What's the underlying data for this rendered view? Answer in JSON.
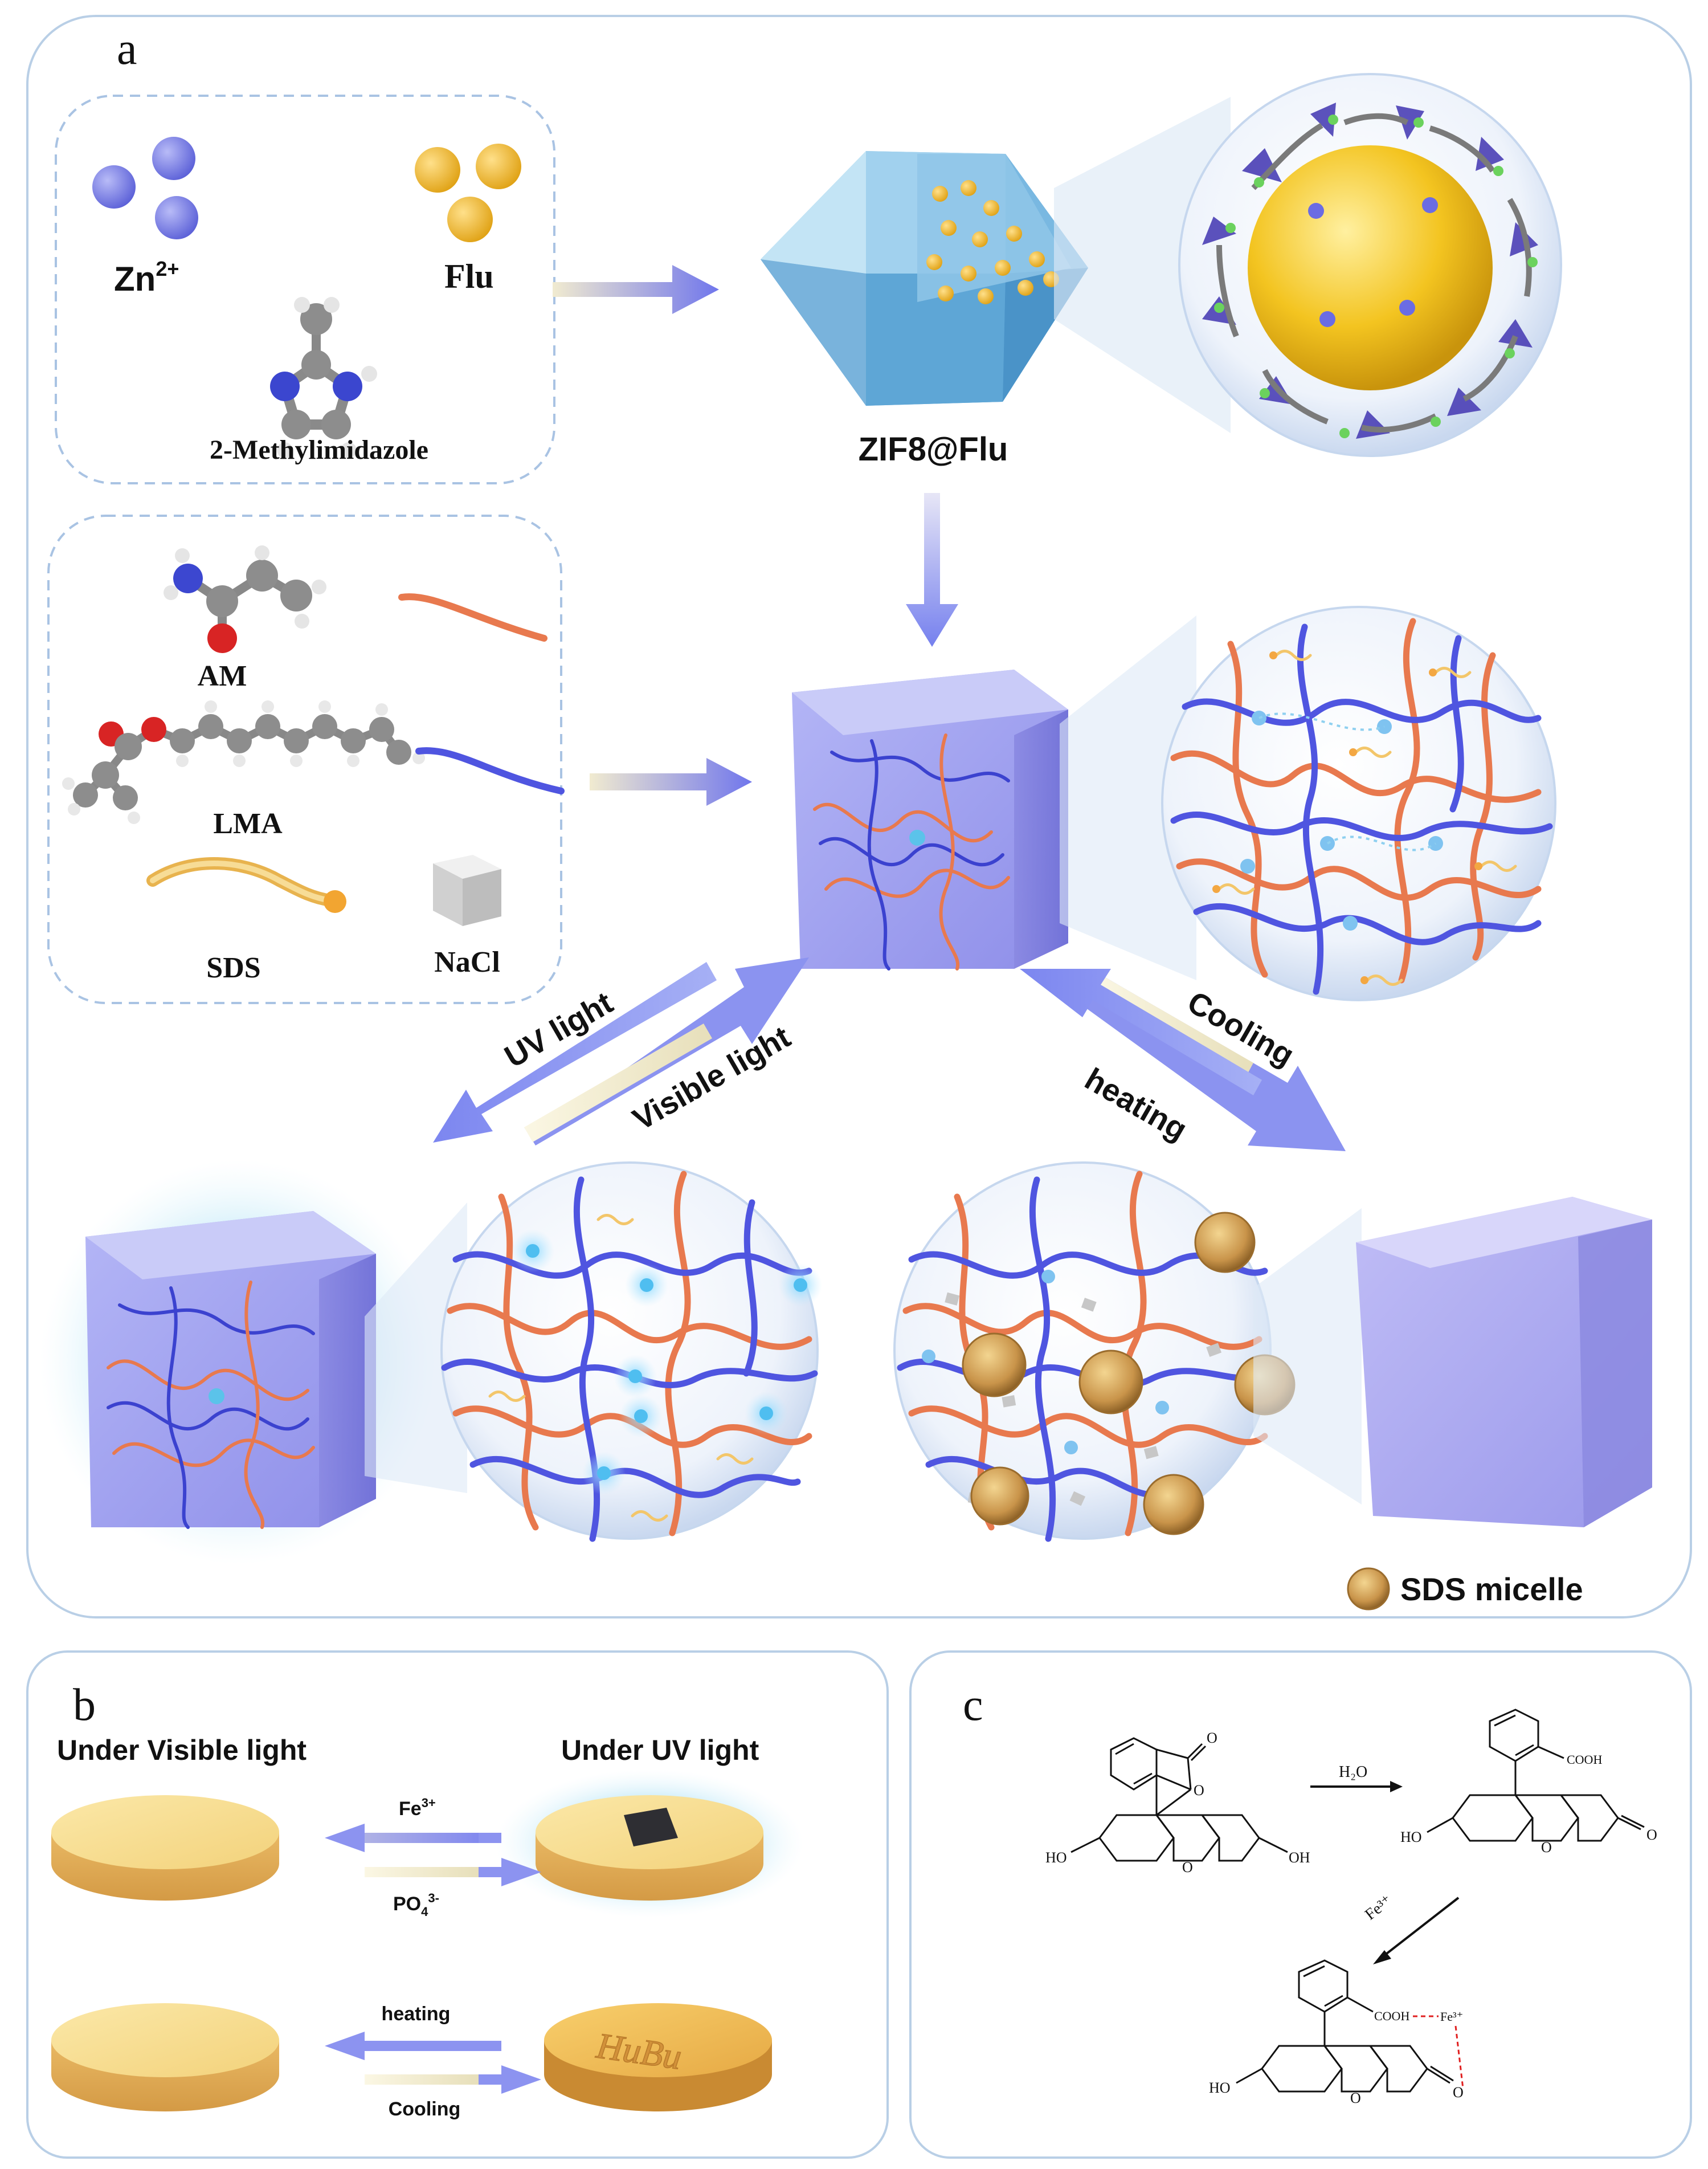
{
  "panels": {
    "a": {
      "letter": "a",
      "zn_label": "Zn",
      "zn_charge": "2+",
      "flu_label": "Flu",
      "methylimidazole_label": "2-Methylimidazole",
      "zif_label": "ZIF8@Flu",
      "am_label": "AM",
      "lma_label": "LMA",
      "sds_label": "SDS",
      "nacl_label": "NaCl",
      "uv_light_label": "UV light",
      "visible_light_label": "Visible light",
      "cooling_label": "Cooling",
      "heating_label": "heating",
      "sds_micelle_label": "SDS micelle"
    },
    "b": {
      "letter": "b",
      "under_visible_label": "Under Visible light",
      "under_uv_label": "Under UV light",
      "fe_label": "Fe",
      "fe_charge": "3+",
      "po4_label": "PO",
      "po4_sub": "4",
      "po4_charge": "3-",
      "heating_label": "heating",
      "cooling_label": "Cooling",
      "disc_text": "HuBu"
    },
    "c": {
      "letter": "c",
      "h2o_label": "H₂O",
      "fe_arrow_label": "Fe³⁺",
      "fe_coord_label": "Fe³⁺",
      "atom_labels": {
        "ho": "HO",
        "oh": "OH",
        "cooh": "COOH",
        "o": "O"
      }
    }
  },
  "colors": {
    "blue_chain": "#4f55e0",
    "orange_chain": "#e8794e",
    "zn_ball": "#7b80ea",
    "flu_ball": "#f1b82d",
    "arrow_blue": "#7c84ef",
    "arrow_cream": "#efe8c6",
    "panel_border": "#b9cfe6",
    "gel_purple": "#9e9bee",
    "disc_yellow": "#f4d27a"
  }
}
